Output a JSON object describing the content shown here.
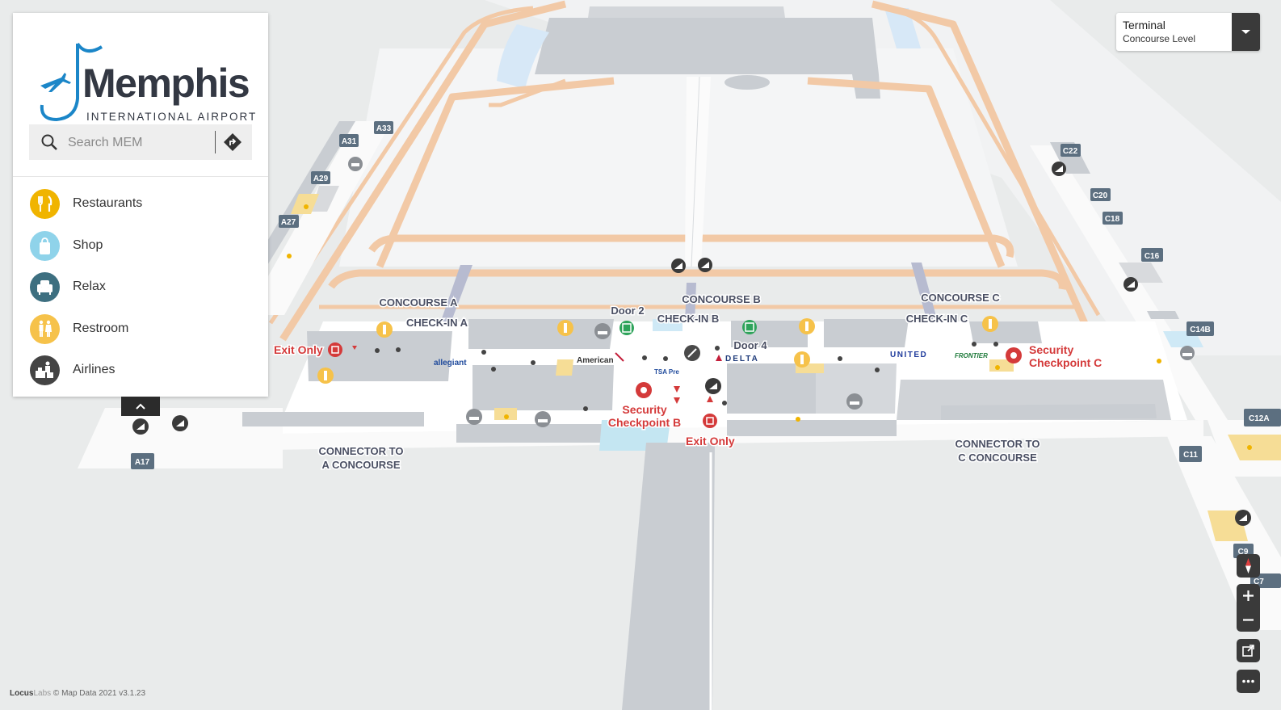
{
  "panel": {
    "logo": {
      "name": "Memphis",
      "subtitle": "INTERNATIONAL AIRPORT"
    },
    "search": {
      "placeholder": "Search MEM"
    },
    "categories": [
      {
        "label": "Restaurants",
        "icon": "fork-knife-icon",
        "color": "#f0b400"
      },
      {
        "label": "Shop",
        "icon": "shopping-bag-icon",
        "color": "#8fd3ea"
      },
      {
        "label": "Relax",
        "icon": "armchair-icon",
        "color": "#3d6f80"
      },
      {
        "label": "Restroom",
        "icon": "restroom-icon",
        "color": "#f6c24a"
      },
      {
        "label": "Airlines",
        "icon": "airline-counter-icon",
        "color": "#444444"
      }
    ]
  },
  "level_selector": {
    "building": "Terminal",
    "level": "Concourse Level"
  },
  "map": {
    "concourse_labels": [
      "CONCOURSE A",
      "CONCOURSE B",
      "CONCOURSE C"
    ],
    "checkin_labels": [
      "CHECK-IN A",
      "CHECK-IN B",
      "CHECK-IN C"
    ],
    "doors": [
      "Door 2",
      "Door 4"
    ],
    "security": [
      {
        "line1": "Security",
        "line2": "Checkpoint B"
      },
      {
        "line1": "Security",
        "line2": "Checkpoint C"
      }
    ],
    "exit_labels": [
      "Exit Only",
      "Exit Only"
    ],
    "connectors": [
      {
        "line1": "CONNECTOR TO",
        "line2": "A CONCOURSE"
      },
      {
        "line1": "CONNECTOR TO",
        "line2": "C CONCOURSE"
      }
    ],
    "gates": [
      "A33",
      "A31",
      "A29",
      "A27",
      "A17",
      "C22",
      "C20",
      "C18",
      "C16",
      "C14B",
      "C12A",
      "C11",
      "C9",
      "C7"
    ],
    "airlines": [
      "allegiant",
      "American",
      "DELTA",
      "UNITED",
      "FRONTIER",
      "TSA Pre"
    ]
  },
  "attribution": {
    "brand_bold": "Locus",
    "brand_light": "Labs",
    "text": "© Map Data 2021 v3.1.23"
  },
  "colors": {
    "taxiway": "#f2c9a6",
    "building": "#c9cdd2",
    "floor": "#ffffff",
    "ground": "#e9ebeb",
    "security_red": "#d43a3a",
    "gate_badge": "#5c6f80"
  }
}
